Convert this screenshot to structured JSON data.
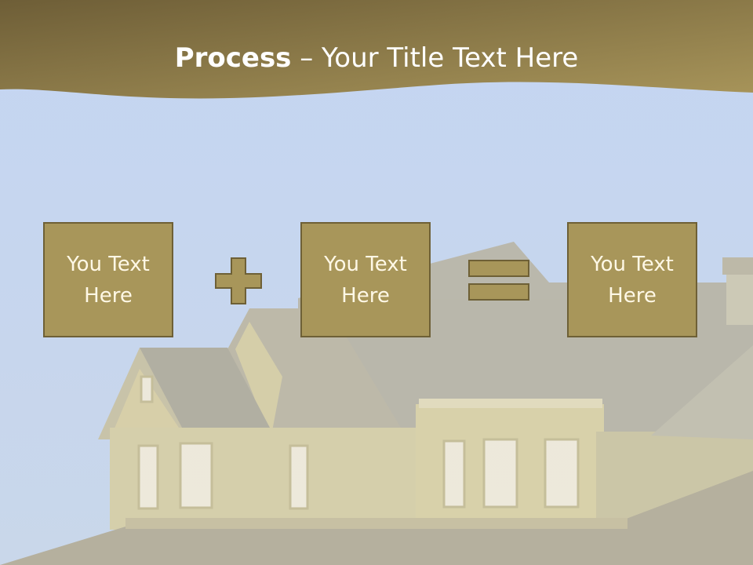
{
  "slide": {
    "title_bold": "Process",
    "title_rest": " – Your Title Text Here",
    "boxes": [
      {
        "text": "You Text Here"
      },
      {
        "text": "You Text Here"
      },
      {
        "text": "You Text Here"
      }
    ],
    "operators": [
      {
        "icon": "plus-icon"
      },
      {
        "icon": "equals-icon"
      }
    ],
    "colors": {
      "header": "#8a7748",
      "sky": "#c6d6ef",
      "box_fill": "#a8965a",
      "box_border": "#6e6036",
      "text": "#ffffff"
    }
  }
}
